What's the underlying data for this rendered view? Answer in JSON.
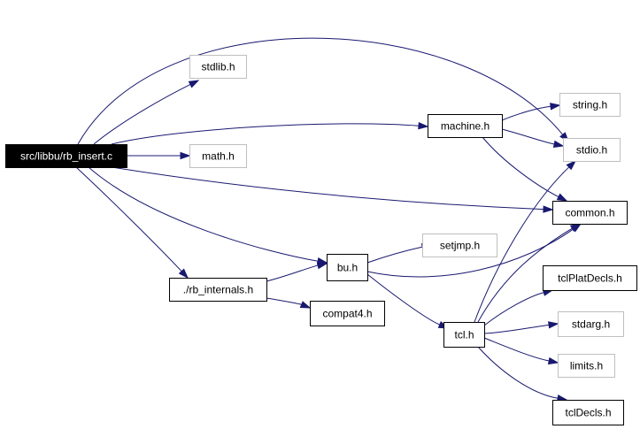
{
  "colors": {
    "edge": "#191970",
    "external_border": "#bfbfbf",
    "root_fill": "#000000",
    "root_text": "#ffffff"
  },
  "nodes": [
    {
      "id": "rb_insert",
      "label": "src/libbu/rb_insert.c",
      "kind": "root"
    },
    {
      "id": "stdlib",
      "label": "stdlib.h",
      "kind": "external"
    },
    {
      "id": "machine",
      "label": "machine.h",
      "kind": "internal"
    },
    {
      "id": "math",
      "label": "math.h",
      "kind": "external"
    },
    {
      "id": "string",
      "label": "string.h",
      "kind": "external"
    },
    {
      "id": "stdio",
      "label": "stdio.h",
      "kind": "external"
    },
    {
      "id": "common",
      "label": "common.h",
      "kind": "internal"
    },
    {
      "id": "setjmp",
      "label": "setjmp.h",
      "kind": "external"
    },
    {
      "id": "bu",
      "label": "bu.h",
      "kind": "internal"
    },
    {
      "id": "rb_internals",
      "label": "./rb_internals.h",
      "kind": "internal"
    },
    {
      "id": "compat4",
      "label": "compat4.h",
      "kind": "internal"
    },
    {
      "id": "tcl",
      "label": "tcl.h",
      "kind": "internal"
    },
    {
      "id": "tclPlatDecls",
      "label": "tclPlatDecls.h",
      "kind": "internal"
    },
    {
      "id": "stdarg",
      "label": "stdarg.h",
      "kind": "external"
    },
    {
      "id": "limits",
      "label": "limits.h",
      "kind": "external"
    },
    {
      "id": "tclDecls",
      "label": "tclDecls.h",
      "kind": "internal"
    }
  ],
  "edges": [
    {
      "from": "rb_insert",
      "to": "stdlib"
    },
    {
      "from": "rb_insert",
      "to": "stdio"
    },
    {
      "from": "rb_insert",
      "to": "machine"
    },
    {
      "from": "rb_insert",
      "to": "math"
    },
    {
      "from": "rb_insert",
      "to": "common"
    },
    {
      "from": "rb_insert",
      "to": "bu"
    },
    {
      "from": "rb_insert",
      "to": "rb_internals"
    },
    {
      "from": "machine",
      "to": "string"
    },
    {
      "from": "machine",
      "to": "stdio"
    },
    {
      "from": "machine",
      "to": "common"
    },
    {
      "from": "bu",
      "to": "setjmp"
    },
    {
      "from": "bu",
      "to": "common"
    },
    {
      "from": "bu",
      "to": "tcl"
    },
    {
      "from": "rb_internals",
      "to": "bu"
    },
    {
      "from": "rb_internals",
      "to": "compat4"
    },
    {
      "from": "tcl",
      "to": "stdio"
    },
    {
      "from": "tcl",
      "to": "common"
    },
    {
      "from": "tcl",
      "to": "tclPlatDecls"
    },
    {
      "from": "tcl",
      "to": "stdarg"
    },
    {
      "from": "tcl",
      "to": "limits"
    },
    {
      "from": "tcl",
      "to": "tclDecls"
    }
  ]
}
